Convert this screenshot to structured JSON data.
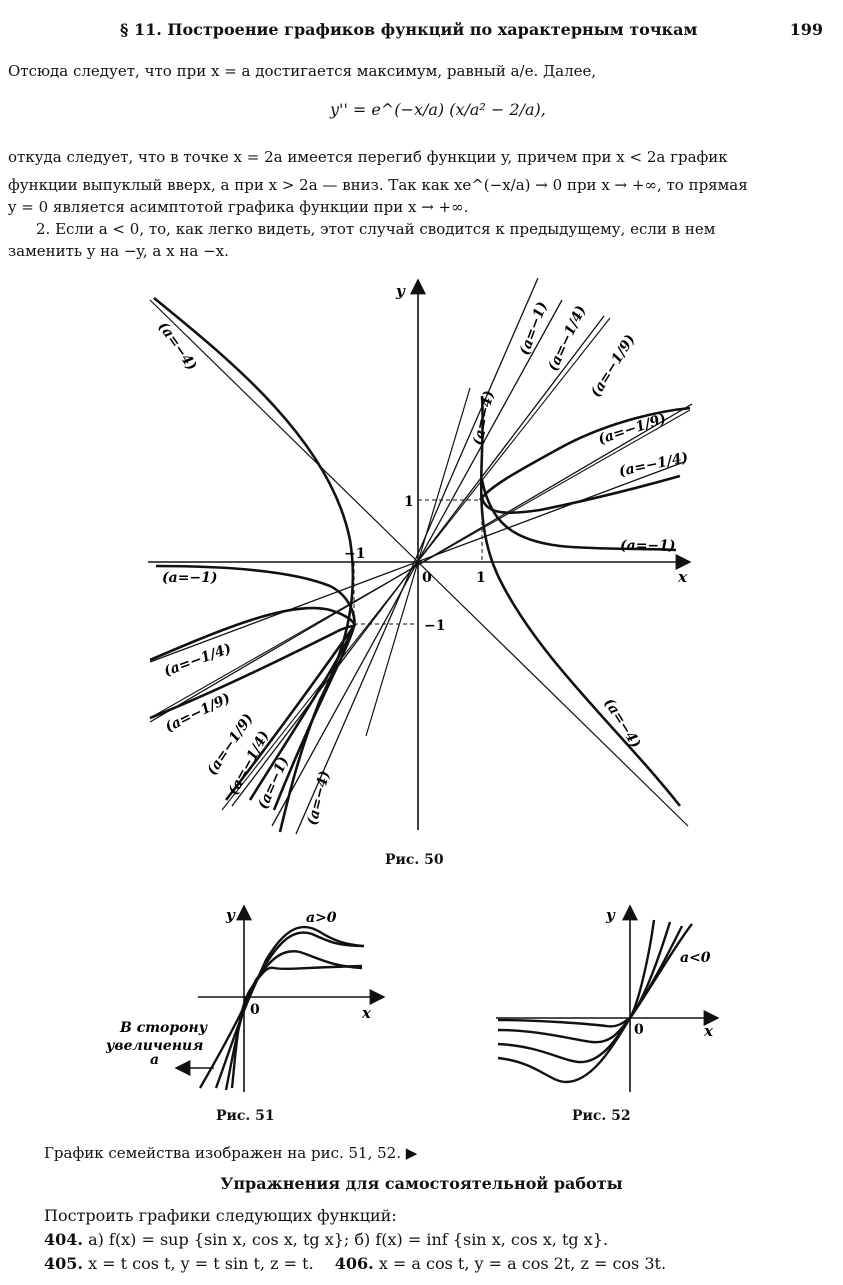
{
  "header": {
    "title": "§ 11. Построение графиков функций по характерным точкам",
    "page_number": "199"
  },
  "paragraphs": {
    "p1": "Отсюда следует, что при x = a достигается максимум, равный a/e. Далее,",
    "formula": "y'' = e^(−x/a) (x/a² − 2/a),",
    "p2_l1": "откуда следует, что в точке x = 2a имеется перегиб функции y, причем при x < 2a график",
    "p2_l2": "функции выпуклый вверх, а при x > 2a — вниз. Так как xe^(−x/a) → 0 при x → +∞, то прямая",
    "p2_l3": "y = 0 является асимптотой графика функции при x → +∞.",
    "p3_l1": "2. Если a < 0, то, как легко видеть, этот случай сводится к предыдущему, если в нем",
    "p3_l2": "заменить y на −y, а x на −x."
  },
  "figure50": {
    "caption": "Рис. 50",
    "axis_x": "x",
    "axis_y": "y",
    "origin": "0",
    "tick_x_pos": "1",
    "tick_x_neg": "−1",
    "tick_y_pos": "1",
    "tick_y_neg": "−1",
    "labels": {
      "a_m4_topleft": "(a=−4)",
      "a_m1_topright": "(a=−1)",
      "a_m14_topright": "(a=−1/4)",
      "a_m19_topright": "(a=−1/9)",
      "a_m4_mid": "(a=−4)",
      "a_m19_right": "(a=−1/9)",
      "a_m14_right": "(a=−1/4)",
      "a_m1_right": "(a=−1)",
      "a_m1_left": "(a=−1)",
      "a_m14_left": "(a=−1/4)",
      "a_m19_left": "(a=−1/9)",
      "a_m19_bottom": "(a=−1/9)",
      "a_m14_bottom": "(a=−1/4)",
      "a_m1_bottom": "(a=−1)",
      "a_m4_bottom": "(a=−4)",
      "a_m4_bottomright": "(a=−4)"
    }
  },
  "figure51": {
    "caption": "Рис. 51",
    "axis_x": "x",
    "axis_y": "y",
    "origin": "0",
    "label_a": "a>0",
    "direction_l1": "В сторону",
    "direction_l2": "увеличения",
    "direction_l3": "a"
  },
  "figure52": {
    "caption": "Рис. 52",
    "axis_x": "x",
    "axis_y": "y",
    "origin": "0",
    "label_a": "a<0"
  },
  "after_figs": "График семейства изображен на рис. 51, 52. ▶",
  "exercises": {
    "title": "Упражнения для самостоятельной работы",
    "intro": "Построить графики следующих функций:",
    "e404_num": "404.",
    "e404_text": "а) f(x) = sup {sin x, cos x, tg x};  б) f(x) = inf {sin x, cos x, tg x}.",
    "e405_num": "405.",
    "e405_text": "x = t cos t,  y = t sin t,  z = t.",
    "e406_num": "406.",
    "e406_text": "x = a cos t,  y = a cos 2t,  z = cos 3t."
  }
}
